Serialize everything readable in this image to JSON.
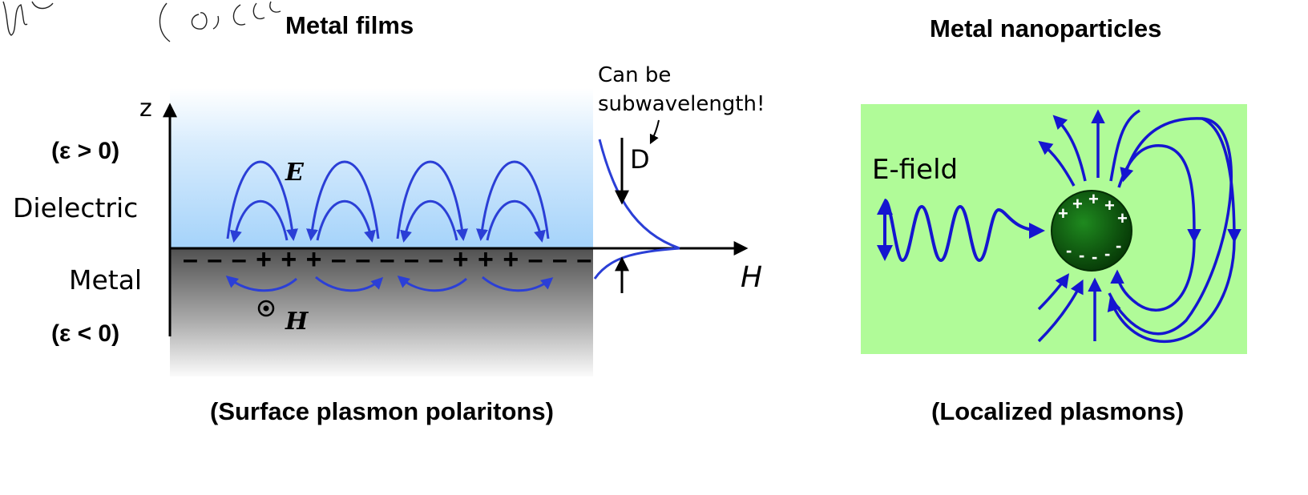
{
  "left_panel": {
    "heading": "Metal films",
    "caption": "(Surface plasmon polaritons)",
    "labels": {
      "z_axis": "z",
      "eps_positive": "(ε > 0)",
      "dielectric": "Dielectric",
      "metal": "Metal",
      "eps_negative": "(ε < 0)",
      "e_field": "E",
      "h_field": "H",
      "h_axis": "H",
      "d_label": "D"
    },
    "charges": "– – – + + + – – – – – + + + – – –",
    "note_line1": "Can be",
    "note_line2": "subwavelength!",
    "colors": {
      "field_lines": "#2b3fd6",
      "dielectric": "#a9d6fb",
      "metal": "#555555"
    }
  },
  "right_panel": {
    "heading": "Metal nanoparticles",
    "caption": "(Localized plasmons)",
    "e_field_label": "E-field",
    "colors": {
      "background": "#b0fb98",
      "particle": "#0b5a0b",
      "field_lines": "#1515d0"
    }
  },
  "handwriting": {
    "strokes_description_icon": "handwritten-scribble"
  }
}
